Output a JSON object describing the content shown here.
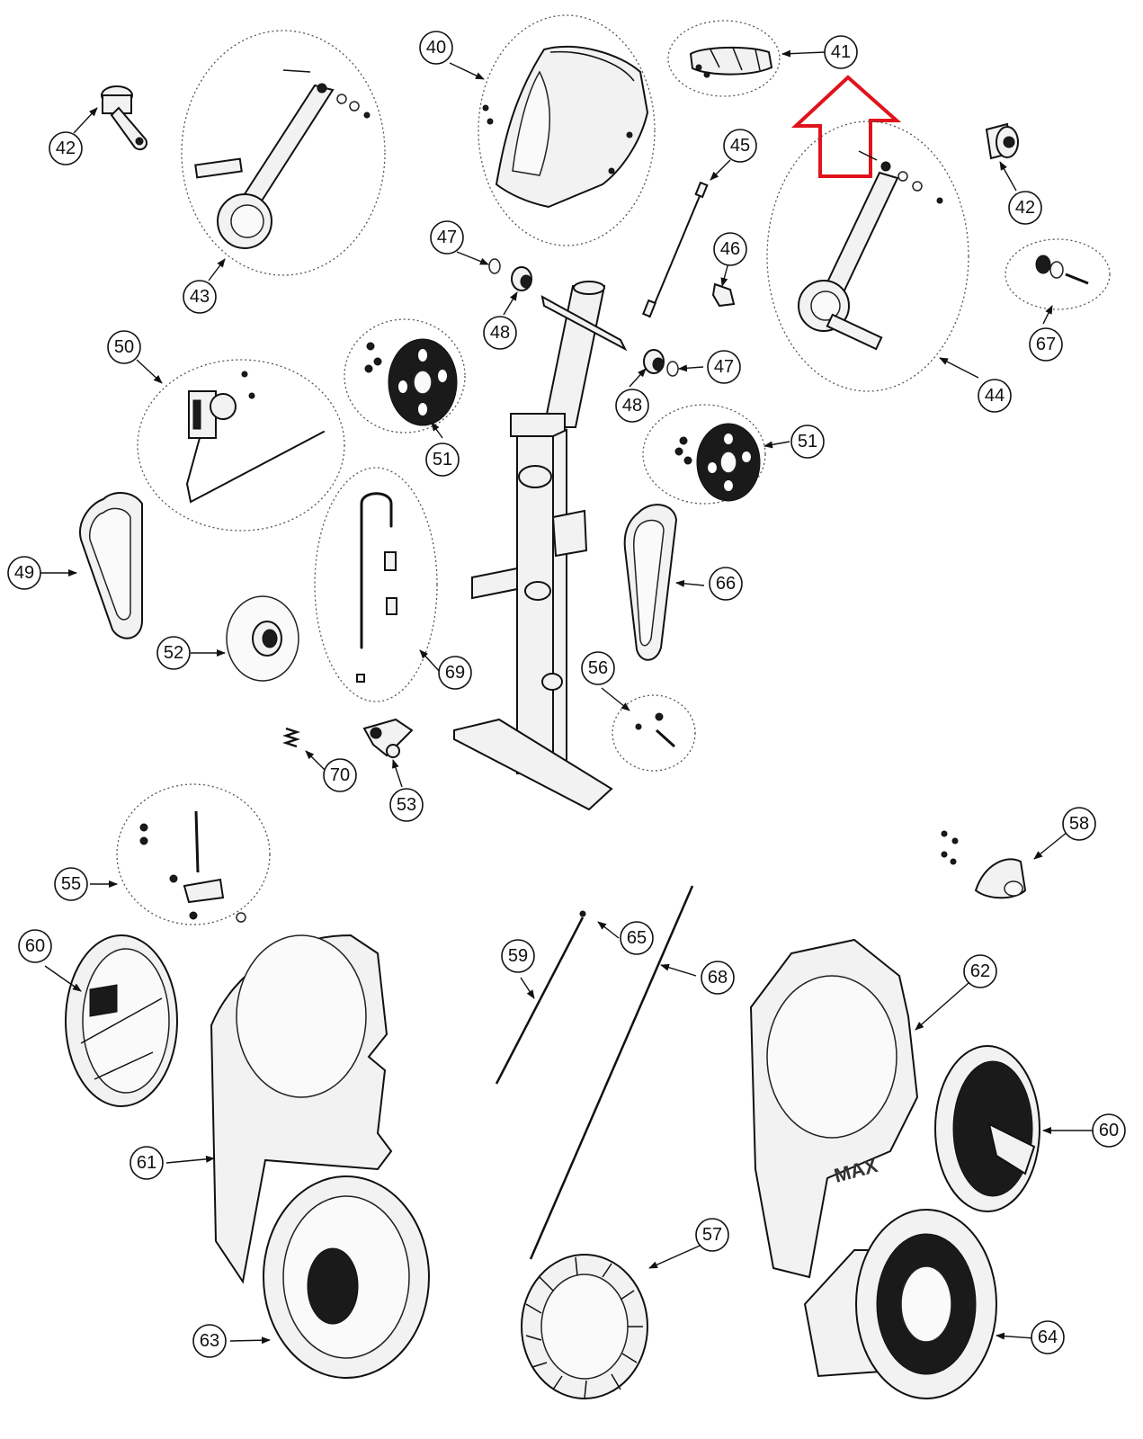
{
  "callouts": [
    {
      "id": "c40",
      "label": "40"
    },
    {
      "id": "c41",
      "label": "41"
    },
    {
      "id": "c42a",
      "label": "42"
    },
    {
      "id": "c42b",
      "label": "42"
    },
    {
      "id": "c43",
      "label": "43"
    },
    {
      "id": "c44",
      "label": "44"
    },
    {
      "id": "c45",
      "label": "45"
    },
    {
      "id": "c46",
      "label": "46"
    },
    {
      "id": "c47a",
      "label": "47"
    },
    {
      "id": "c47b",
      "label": "47"
    },
    {
      "id": "c48a",
      "label": "48"
    },
    {
      "id": "c48b",
      "label": "48"
    },
    {
      "id": "c49",
      "label": "49"
    },
    {
      "id": "c50",
      "label": "50"
    },
    {
      "id": "c51a",
      "label": "51"
    },
    {
      "id": "c51b",
      "label": "51"
    },
    {
      "id": "c52",
      "label": "52"
    },
    {
      "id": "c53",
      "label": "53"
    },
    {
      "id": "c55",
      "label": "55"
    },
    {
      "id": "c56",
      "label": "56"
    },
    {
      "id": "c57",
      "label": "57"
    },
    {
      "id": "c58",
      "label": "58"
    },
    {
      "id": "c59",
      "label": "59"
    },
    {
      "id": "c60a",
      "label": "60"
    },
    {
      "id": "c60b",
      "label": "60"
    },
    {
      "id": "c61",
      "label": "61"
    },
    {
      "id": "c62",
      "label": "62"
    },
    {
      "id": "c63",
      "label": "63"
    },
    {
      "id": "c64",
      "label": "64"
    },
    {
      "id": "c65",
      "label": "65"
    },
    {
      "id": "c66",
      "label": "66"
    },
    {
      "id": "c67",
      "label": "67"
    },
    {
      "id": "c68",
      "label": "68"
    },
    {
      "id": "c69",
      "label": "69"
    },
    {
      "id": "c70",
      "label": "70"
    }
  ],
  "highlight": {
    "target_part": "41",
    "color": "#e0131c",
    "shape": "up-arrow-outline"
  },
  "logo_text": "MAX"
}
